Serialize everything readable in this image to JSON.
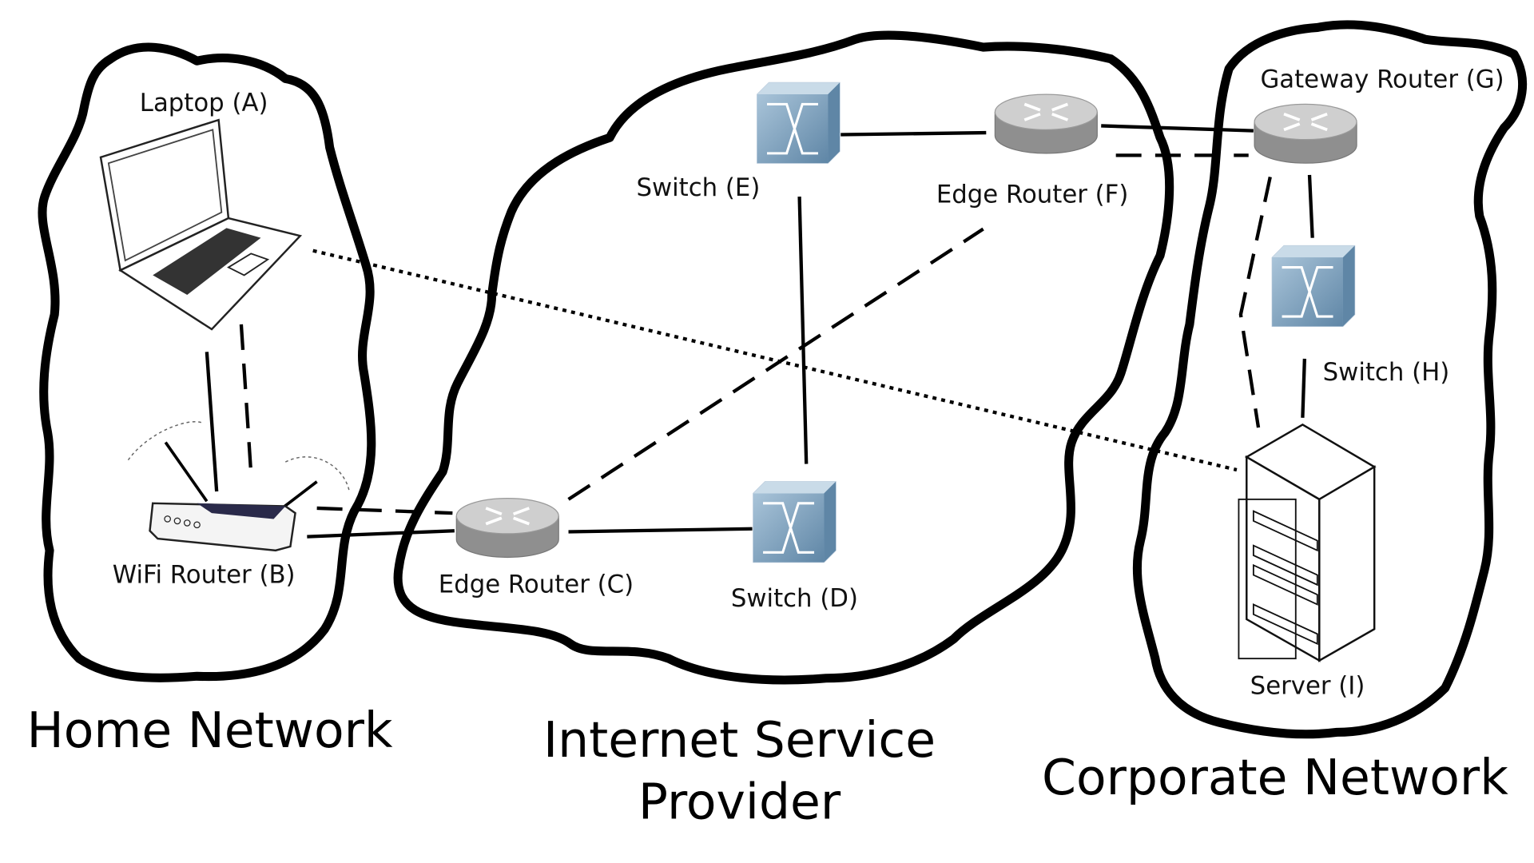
{
  "regions": {
    "home": "Home Network",
    "isp_line1": "Internet Service",
    "isp_line2": "Provider",
    "corporate": "Corporate Network"
  },
  "nodes": {
    "laptop": "Laptop (A)",
    "wifi_router": "WiFi Router (B)",
    "edge_router_c": "Edge Router (C)",
    "switch_d": "Switch (D)",
    "switch_e": "Switch (E)",
    "edge_router_f": "Edge Router (F)",
    "gateway_router": "Gateway Router (G)",
    "switch_h": "Switch (H)",
    "server": "Server (I)"
  },
  "colors": {
    "switch": "#7fa3c0",
    "router": "#b5b5b5"
  }
}
